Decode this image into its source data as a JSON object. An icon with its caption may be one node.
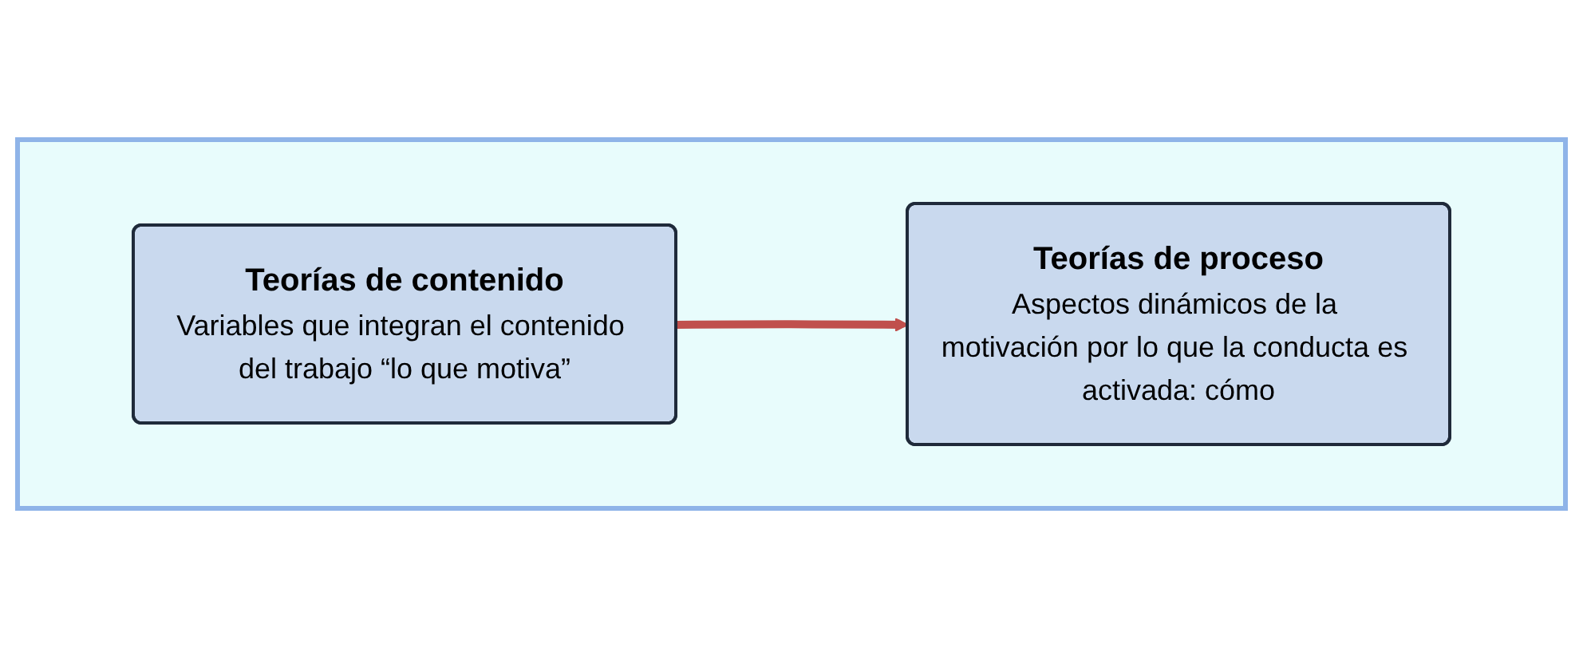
{
  "diagram": {
    "nodes": [
      {
        "text": [],
        "shape": "box"
      },
      {
        "text": [
          "Teorías de contenido",
          "Variables que integran el contenido del trabajo “lo que motiva”"
        ],
        "in": 0
      },
      {
        "text": [
          "Teorías de proceso",
          "Aspectos dinámicos de la motivación por lo que la conducta es activada: cómo"
        ],
        "in": 0
      }
    ],
    "edges": [
      {
        "from": 1,
        "to": 2,
        "arrow": "to"
      }
    ]
  }
}
